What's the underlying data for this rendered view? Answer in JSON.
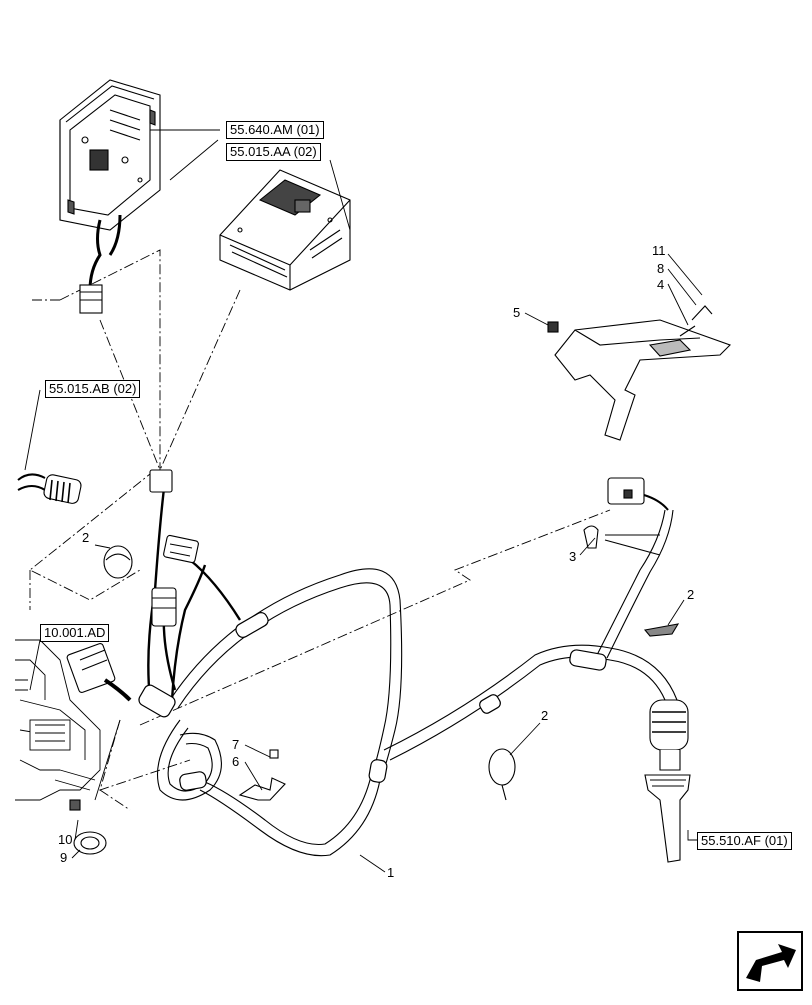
{
  "references": {
    "r1": "55.640.AM (01)",
    "r2": "55.015.AA (02)",
    "r3": "55.015.AB (02)",
    "r4": "10.001.AD",
    "r5": "55.510.AF (01)"
  },
  "callouts": {
    "c1": "1",
    "c2a": "2",
    "c2b": "2",
    "c2c": "2",
    "c3": "3",
    "c4": "4",
    "c5": "5",
    "c6": "6",
    "c7": "7",
    "c8": "8",
    "c9": "9",
    "c10": "10",
    "c11": "11"
  },
  "icons": {
    "nav": "arrow-back-icon"
  }
}
